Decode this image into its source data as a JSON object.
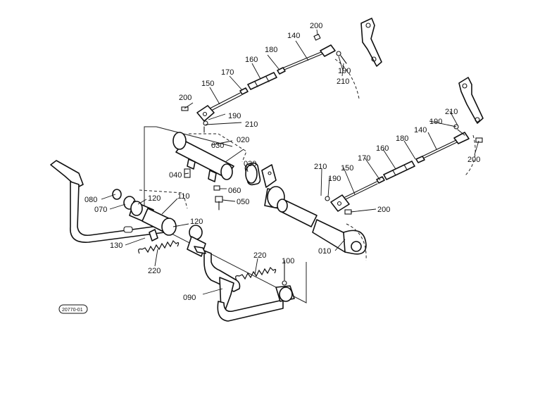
{
  "reference_code": "20770-01",
  "callouts": {
    "p010": "010",
    "p020": "020",
    "p030a": "030",
    "p030b": "030",
    "p040": "040",
    "p050": "050",
    "p060": "060",
    "p070": "070",
    "p080": "080",
    "p090": "090",
    "p100": "100",
    "p110": "110",
    "p120a": "120",
    "p120b": "120",
    "p130": "130",
    "p140a": "140",
    "p140b": "140",
    "p150a": "150",
    "p150b": "150",
    "p160a": "160",
    "p160b": "160",
    "p170a": "170",
    "p170b": "170",
    "p180a": "180",
    "p180b": "180",
    "p190a": "190",
    "p190b": "190",
    "p190c": "190",
    "p190d": "190",
    "p200a": "200",
    "p200b": "200",
    "p200c": "200",
    "p200d": "200",
    "p210a": "210",
    "p210b": "210",
    "p210c": "210",
    "p210d": "210",
    "p220a": "220",
    "p220b": "220"
  }
}
